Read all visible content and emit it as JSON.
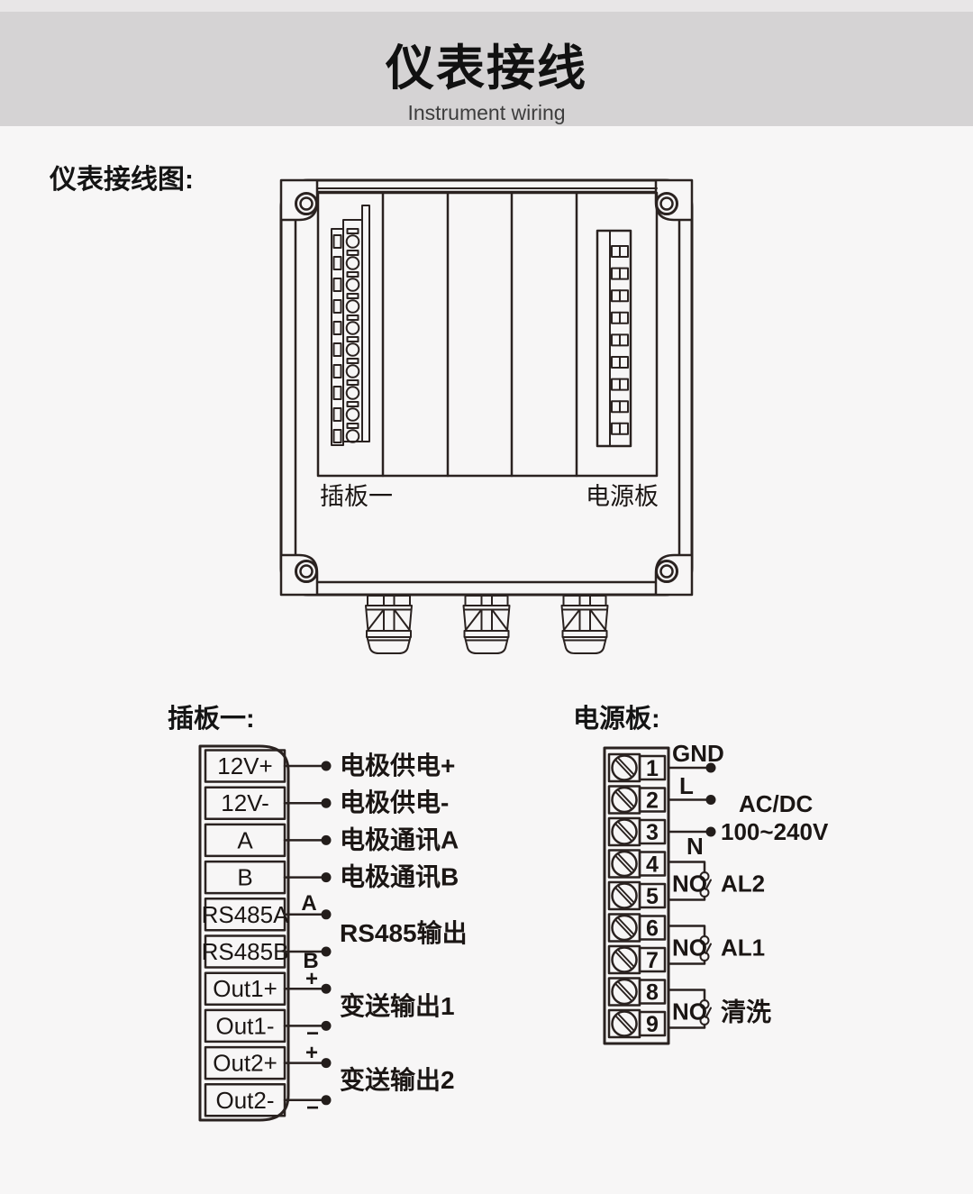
{
  "header": {
    "title": "仪表接线",
    "subtitle": "Instrument wiring"
  },
  "diagram_label": "仪表接线图:",
  "colors": {
    "page_bg": "#f7f6f6",
    "banner_bg": "#d5d3d4",
    "top_strip_bg": "#e8e6e7",
    "line": "#2a2220"
  },
  "device": {
    "slot_label": "插板一",
    "power_label": "电源板"
  },
  "plugboard": {
    "title": "插板一:",
    "terminals": [
      "12V+",
      "12V-",
      "A",
      "B",
      "RS485A",
      "RS485B",
      "Out1+",
      "Out1-",
      "Out2+",
      "Out2-"
    ],
    "wire_labels": [
      "电极供电+",
      "电极供电-",
      "电极通讯A",
      "电极通讯B",
      "RS485输出",
      "变送输出1",
      "变送输出2"
    ],
    "wire_marks": {
      "a": "A",
      "b": "B",
      "plus": "+",
      "minus": "−"
    }
  },
  "power": {
    "title": "电源板:",
    "terminal_numbers": [
      "1",
      "2",
      "3",
      "4",
      "5",
      "6",
      "7",
      "8",
      "9"
    ],
    "gnd": "GND",
    "l": "L",
    "n": "N",
    "acdc": "AC/DC",
    "voltage": "100~240V",
    "no": "NO",
    "relays": [
      {
        "label": "AL2"
      },
      {
        "label": "AL1"
      },
      {
        "label": "清洗"
      }
    ]
  }
}
